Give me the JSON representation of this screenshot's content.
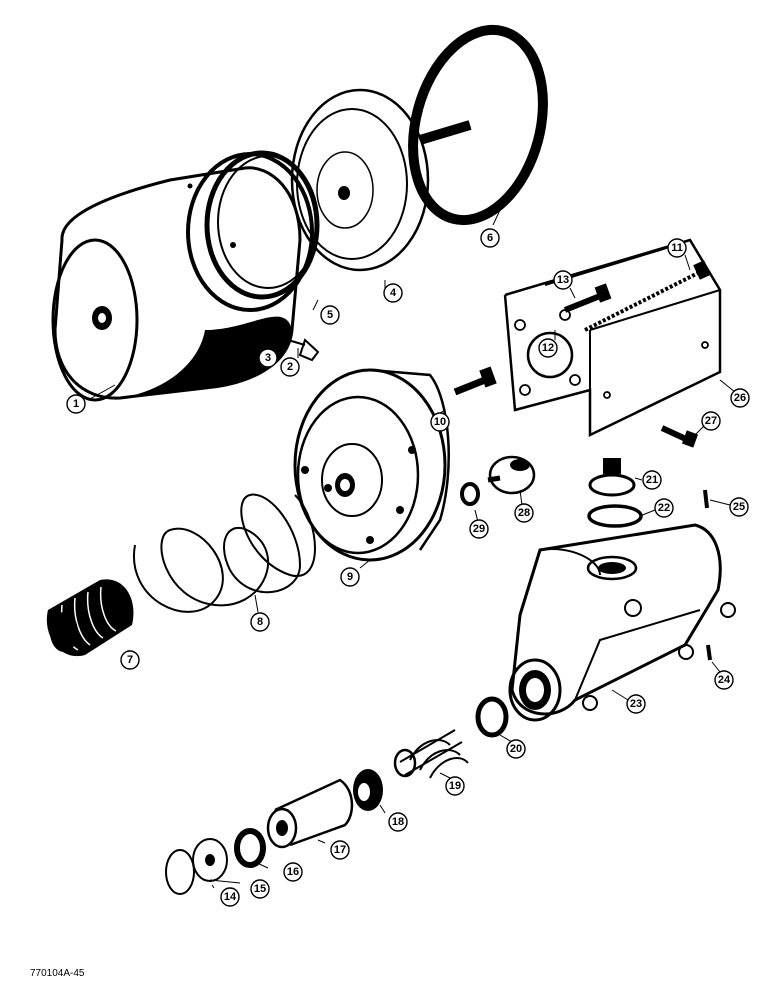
{
  "figure": {
    "reference": "770104A-45",
    "ink_color": "#000000",
    "paper_color": "#ffffff"
  },
  "callouts": [
    "1",
    "2",
    "3",
    "4",
    "5",
    "6",
    "7",
    "8",
    "9",
    "10",
    "11",
    "12",
    "13",
    "14",
    "15",
    "16",
    "17",
    "18",
    "19",
    "20",
    "21",
    "22",
    "23",
    "24",
    "25",
    "26",
    "27",
    "28",
    "29"
  ]
}
